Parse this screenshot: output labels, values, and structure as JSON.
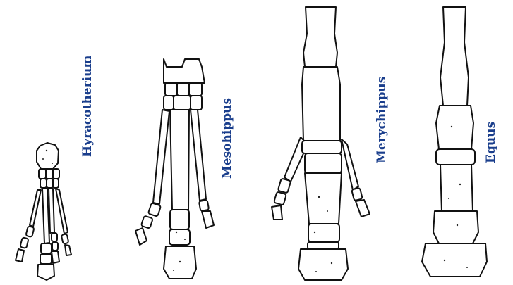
{
  "labels": {
    "hyracotherium": "Hyracotherium",
    "mesohippus": "Mesohippus",
    "merychippus": "Merychippus",
    "equus": "Equus"
  },
  "colors": {
    "label": "#1a3e8c",
    "ink": "#111111",
    "background": "#ffffff"
  }
}
